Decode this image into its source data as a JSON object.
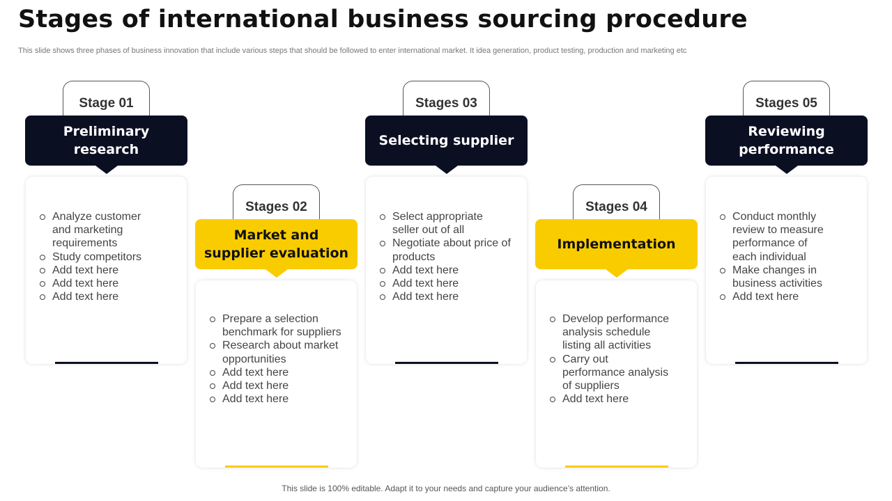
{
  "title": "Stages of international business sourcing procedure",
  "subtitle": "This slide shows three phases of business innovation that include various steps that should be followed to enter international market. It idea generation, product testing, production and marketing etc",
  "footer": "This slide is 100% editable. Adapt it to your needs and capture your audience’s attention.",
  "colors": {
    "dark": "#0b0f22",
    "yellow": "#f9cc00"
  },
  "stages": [
    {
      "tab": "Stage 01",
      "heading_line1": "Preliminary",
      "heading_line2": "research",
      "items": [
        "Analyze customer and marketing requirements",
        "Study competitors",
        "Add text here",
        "Add text here",
        "Add text here"
      ]
    },
    {
      "tab": "Stages 02",
      "heading_line1": "Market and",
      "heading_line2": "supplier evaluation",
      "items": [
        "Prepare a selection benchmark for suppliers",
        "Research about market opportunities",
        "Add text here",
        "Add text here",
        "Add text here"
      ]
    },
    {
      "tab": "Stages 03",
      "heading_line1": "Selecting supplier",
      "heading_line2": "",
      "items": [
        "Select appropriate seller out of all",
        "Negotiate about price of products",
        "Add text here",
        "Add text here",
        "Add text here"
      ]
    },
    {
      "tab": "Stages 04",
      "heading_line1": "Implementation",
      "heading_line2": "",
      "items": [
        "Develop performance analysis schedule listing all activities",
        "Carry out performance analysis of suppliers",
        "Add text here"
      ]
    },
    {
      "tab": "Stages 05",
      "heading_line1": "Reviewing",
      "heading_line2": "performance",
      "items": [
        "Conduct monthly review to measure performance of each individual",
        "Make changes in business activities",
        "Add text here"
      ]
    }
  ]
}
